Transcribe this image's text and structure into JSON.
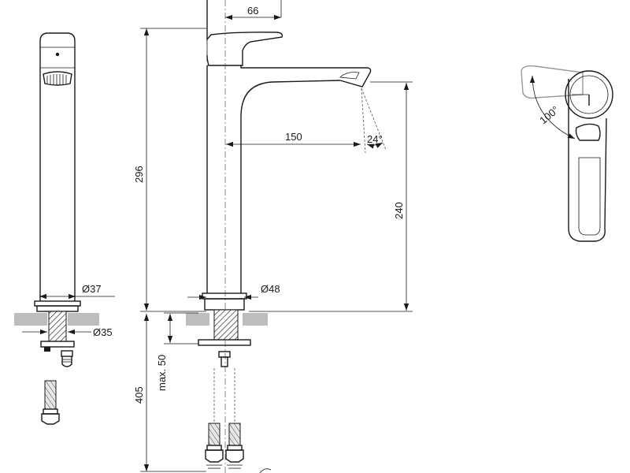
{
  "labels": {
    "top_width": "66",
    "total_height": "296",
    "spout_reach": "150",
    "spout_angle": "24°",
    "spout_height": "240",
    "base_diameter_side": "Ø37",
    "base_diameter_front": "Ø48",
    "hole_diameter": "Ø35",
    "max_deck": "max. 50",
    "hose_length": "405",
    "lever_rotation": "100°"
  }
}
